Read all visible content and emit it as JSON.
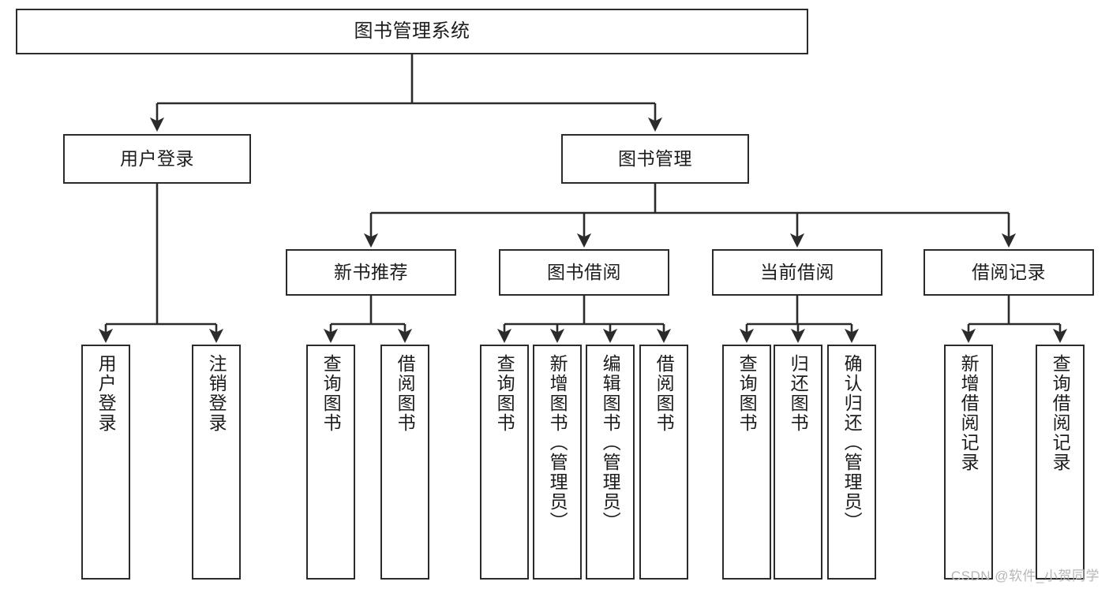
{
  "diagram": {
    "title": "图书管理系统",
    "type": "tree",
    "orientation": "top-down",
    "colors": {
      "node_border": "#2b2b2b",
      "node_fill": "#ffffff",
      "edge": "#2b2b2b",
      "text": "#1c1c1c",
      "watermark": "#b6b6b6",
      "background": "#ffffff"
    },
    "levels": {
      "level1": "根节点",
      "level2": "一级模块",
      "level3": "二级模块",
      "level4": "功能叶节点"
    }
  },
  "nodes": {
    "root": {
      "id": "n-root",
      "label": "图书管理系统"
    },
    "level2": [
      {
        "id": "n-user-login",
        "label": "用户登录"
      },
      {
        "id": "n-book-manage",
        "label": "图书管理"
      }
    ],
    "level3": [
      {
        "id": "n-new-book-rec",
        "label": "新书推荐"
      },
      {
        "id": "n-book-borrow",
        "label": "图书借阅"
      },
      {
        "id": "n-current-borrow",
        "label": "当前借阅"
      },
      {
        "id": "n-borrow-record",
        "label": "借阅记录"
      }
    ],
    "leaves": {
      "user_login": [
        {
          "id": "n-leaf-user-login",
          "label": "用户登录"
        },
        {
          "id": "n-leaf-logout-login",
          "label": "注销登录"
        }
      ],
      "new_book_rec": [
        {
          "id": "n-leaf-query-book-1",
          "label": "查询图书"
        },
        {
          "id": "n-leaf-borrow-book-1",
          "label": "借阅图书"
        }
      ],
      "book_borrow": [
        {
          "id": "n-leaf-query-book-2",
          "label": "查询图书"
        },
        {
          "id": "n-leaf-add-book",
          "label": "新增图书（管理员）"
        },
        {
          "id": "n-leaf-edit-book",
          "label": "编辑图书（管理员）"
        },
        {
          "id": "n-leaf-borrow-book-2",
          "label": "借阅图书"
        }
      ],
      "current_borrow": [
        {
          "id": "n-leaf-query-book-3",
          "label": "查询图书"
        },
        {
          "id": "n-leaf-return-book",
          "label": "归还图书"
        },
        {
          "id": "n-leaf-confirm-return",
          "label": "确认归还（管理员）"
        }
      ],
      "borrow_record": [
        {
          "id": "n-leaf-add-record",
          "label": "新增借阅记录"
        },
        {
          "id": "n-leaf-query-record",
          "label": "查询借阅记录"
        }
      ]
    }
  },
  "watermark": {
    "text": "CSDN @软件_小贺同学"
  }
}
